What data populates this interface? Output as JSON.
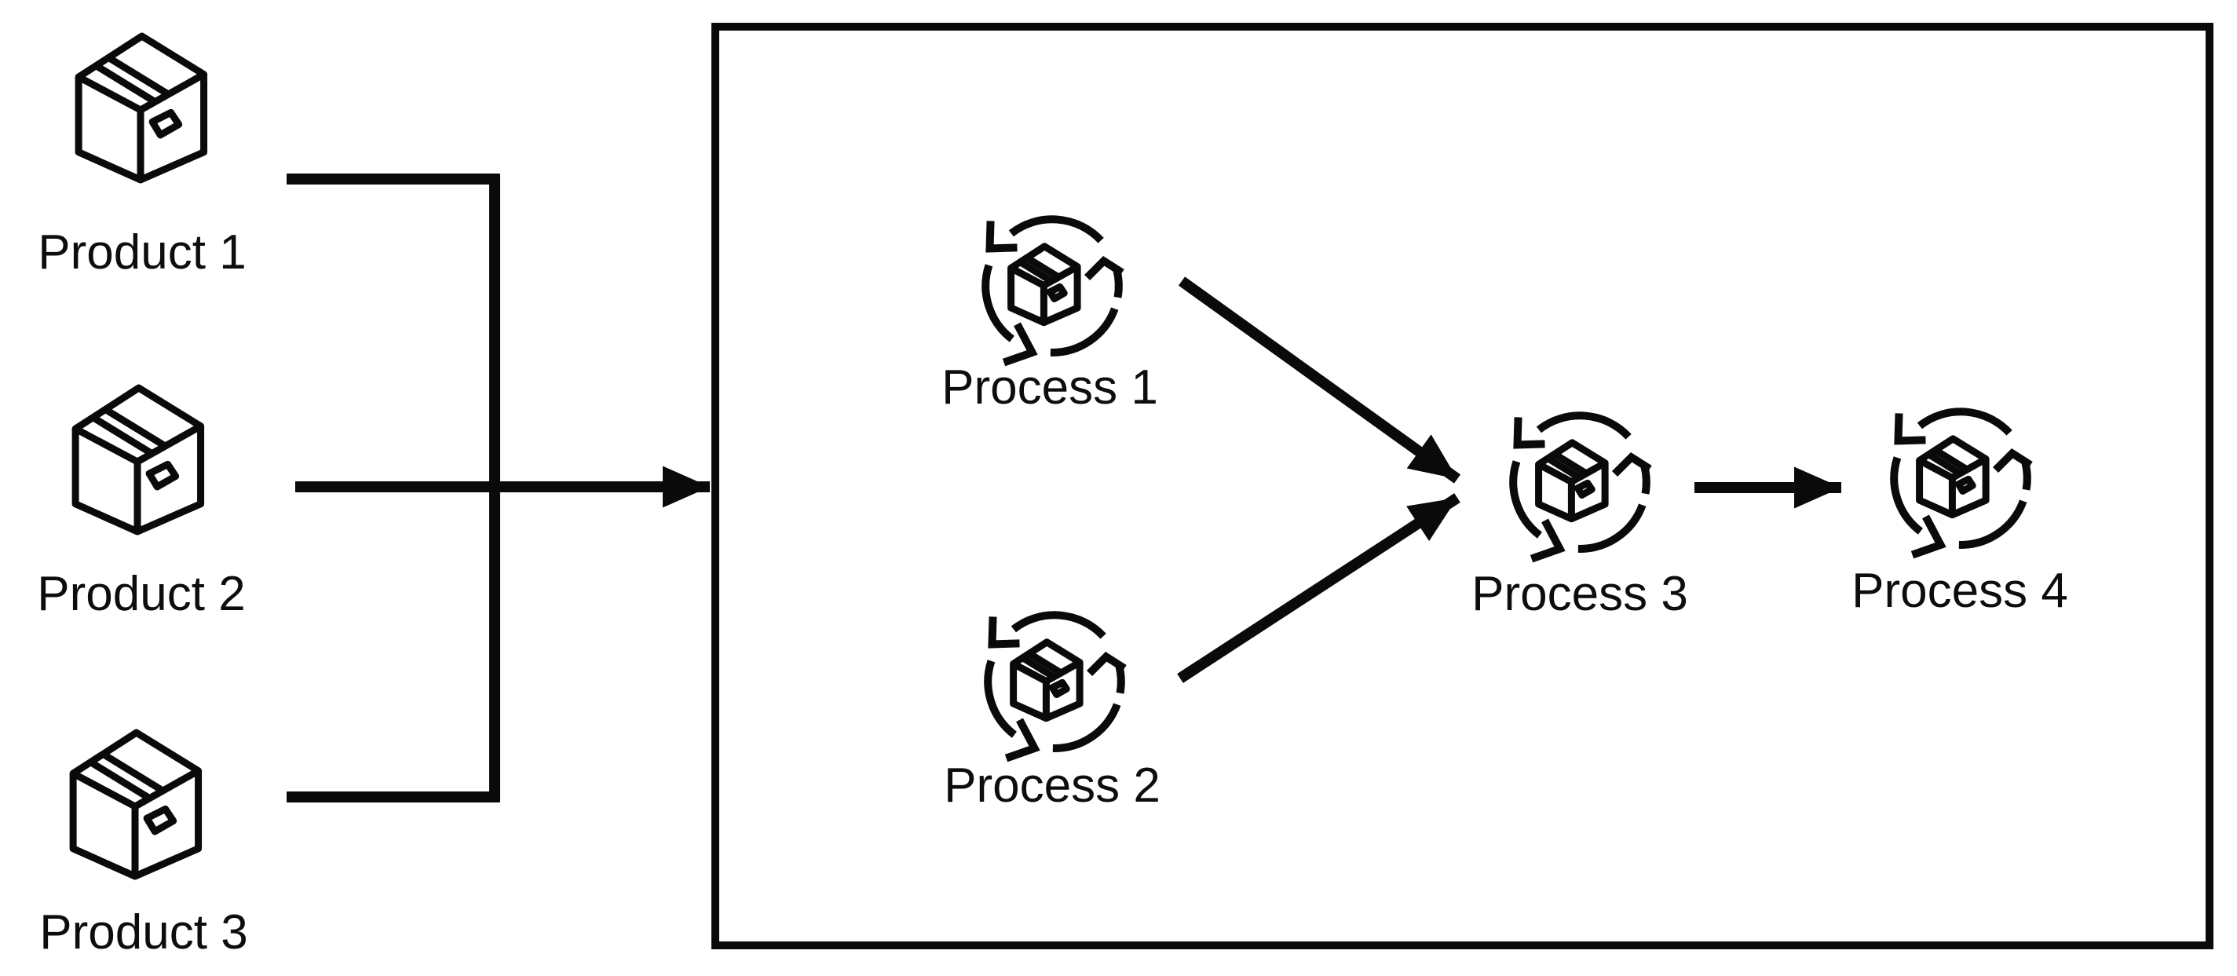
{
  "diagram": {
    "background_color": "#ffffff",
    "line_color": "#0a0a0a",
    "text_color": "#0d0d0d",
    "products": [
      {
        "label": "Product 1",
        "icon": "package-box-icon"
      },
      {
        "label": "Product 2",
        "icon": "package-box-icon"
      },
      {
        "label": "Product 3",
        "icon": "package-box-icon"
      }
    ],
    "system_boundary": {
      "shape": "rectangle",
      "processes": [
        {
          "label": "Process 1",
          "icon": "process-cycle-icon"
        },
        {
          "label": "Process 2",
          "icon": "process-cycle-icon"
        },
        {
          "label": "Process 3",
          "icon": "process-cycle-icon"
        },
        {
          "label": "Process 4",
          "icon": "process-cycle-icon"
        }
      ]
    },
    "connections": [
      {
        "from": "Product 1",
        "to": "merge-junction",
        "arrowhead": false
      },
      {
        "from": "Product 2",
        "to": "merge-junction",
        "arrowhead": false
      },
      {
        "from": "Product 3",
        "to": "merge-junction",
        "arrowhead": false
      },
      {
        "from": "merge-junction",
        "to": "system-boundary",
        "arrowhead": true
      },
      {
        "from": "Process 1",
        "to": "Process 3",
        "arrowhead": true
      },
      {
        "from": "Process 2",
        "to": "Process 3",
        "arrowhead": true
      },
      {
        "from": "Process 3",
        "to": "Process 4",
        "arrowhead": true
      }
    ]
  }
}
